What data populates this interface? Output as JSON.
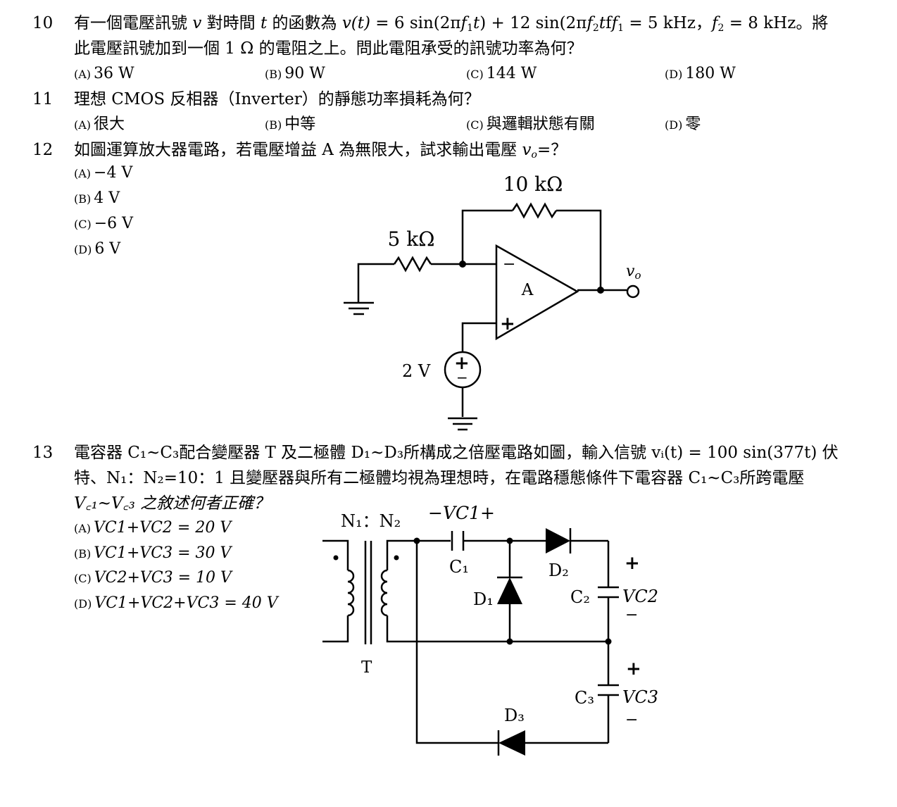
{
  "questions": [
    {
      "num": "10",
      "line1": {
        "a": "有一個電壓訊號 ",
        "b": " 對時間 ",
        "c": " 的函數為 ",
        "d": " = 6 sin(2π",
        "e": ") + 12 sin(2π",
        "f": "f",
        "g": " = 5 kHz，",
        "h": " = 8 kHz。將",
        "v": "v",
        "t": "t",
        "vt": "v(t)",
        "one": "1",
        "two": "2"
      },
      "line2": "此電壓訊號加到一個 1 Ω 的電阻之上。問此電阻承受的訊號功率為何？",
      "options": [
        {
          "label": "(A)",
          "text": "36 W"
        },
        {
          "label": "(B)",
          "text": "90 W"
        },
        {
          "label": "(C)",
          "text": "144 W"
        },
        {
          "label": "(D)",
          "text": "180 W"
        }
      ]
    },
    {
      "num": "11",
      "line1": "理想 CMOS 反相器（Inverter）的靜態功率損耗為何？",
      "options": [
        {
          "label": "(A)",
          "text": "很大"
        },
        {
          "label": "(B)",
          "text": "中等"
        },
        {
          "label": "(C)",
          "text": "與邏輯狀態有關"
        },
        {
          "label": "(D)",
          "text": "零"
        }
      ]
    },
    {
      "num": "12",
      "line1a": "如圖運算放大器電路，若電壓增益 A 為無限大，試求輸出電壓 ",
      "vo_v": "v",
      "vo_sub": "o",
      "line1b": "=？",
      "options": [
        {
          "label": "(A)",
          "text": "−4 V"
        },
        {
          "label": "(B)",
          "text": "4 V"
        },
        {
          "label": "(C)",
          "text": "−6 V"
        },
        {
          "label": "(D)",
          "text": "6 V"
        }
      ],
      "circuit": {
        "rf": "10 kΩ",
        "r1": "5 kΩ",
        "gain": "A",
        "minus": "−",
        "plus": "+",
        "source": "2 V",
        "out_v": "v",
        "out_sub": "o"
      }
    },
    {
      "num": "13",
      "line1": "電容器 C₁~C₃配合變壓器 T 及二極體 D₁~D₃所構成之倍壓電路如圖，輸入信號 vᵢ(t) = 100 sin(377t) 伏",
      "line2": "特、N₁：N₂=10：1 且變壓器與所有二極體均視為理想時，在電路穩態條件下電容器 C₁~C₃所跨電壓",
      "line3": "V꜀₁~V꜀₃ 之敘述何者正確？",
      "options": [
        {
          "label": "(A)",
          "text": "VC1+VC2 = 20 V"
        },
        {
          "label": "(B)",
          "text": "VC1+VC3 = 30 V"
        },
        {
          "label": "(C)",
          "text": "VC2+VC3 = 10 V"
        },
        {
          "label": "(D)",
          "text": "VC1+VC2+VC3 = 40 V"
        }
      ],
      "circuit": {
        "ratio": "N₁：N₂",
        "transformer": "T",
        "vc1": "−VC1+",
        "c1": "C₁",
        "c2": "C₂",
        "c3": "C₃",
        "d1": "D₁",
        "d2": "D₂",
        "d3": "D₃",
        "vc2": "VC2",
        "vc3": "VC3",
        "plus": "+",
        "minus": "−"
      }
    }
  ]
}
